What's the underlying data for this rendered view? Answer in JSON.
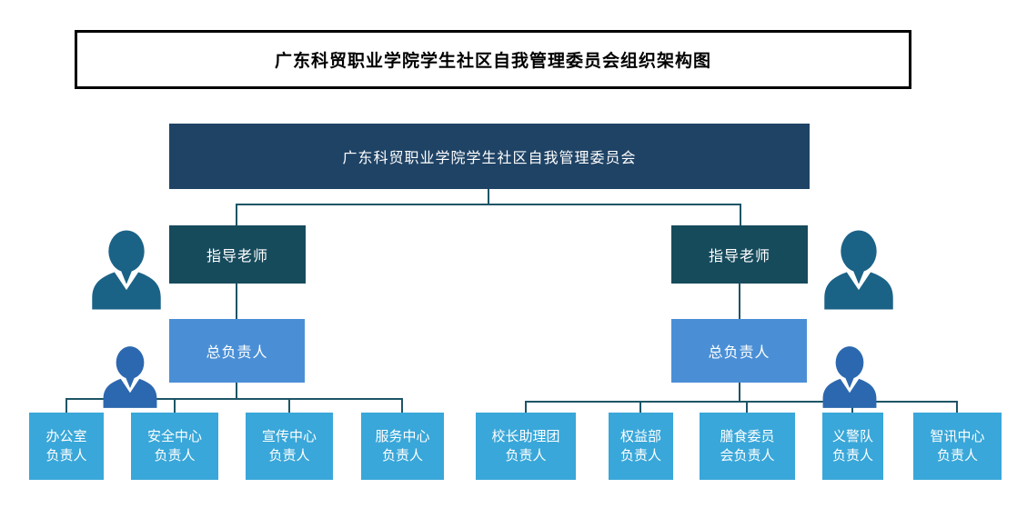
{
  "title": "广东科贸职业学院学生社区自我管理委员会组织架构图",
  "root": {
    "label": "广东科贸职业学院学生社区自我管理委员会"
  },
  "branches": {
    "left": {
      "advisor": "指导老师",
      "leader": "总负责人",
      "children": [
        {
          "label": "办公室\n负责人"
        },
        {
          "label": "安全中心\n负责人"
        },
        {
          "label": "宣传中心\n负责人"
        },
        {
          "label": "服务中心\n负责人"
        }
      ]
    },
    "right": {
      "advisor": "指导老师",
      "leader": "总负责人",
      "children": [
        {
          "label": "校长助理团\n负责人"
        },
        {
          "label": "权益部\n负责人"
        },
        {
          "label": "膳食委员\n会负责人"
        },
        {
          "label": "义警队\n负责人"
        },
        {
          "label": "智讯中心\n负责人"
        }
      ]
    }
  },
  "icons": {
    "advisor_left": "person-icon",
    "advisor_right": "person-icon",
    "leader_left": "person-icon",
    "leader_right": "person-icon"
  },
  "colors": {
    "root_box": "#1F4365",
    "advisor_box": "#164B5C",
    "leader_box": "#4A8FD6",
    "child_box": "#39A7D9",
    "connector": "#1E5566",
    "large_icon": "#1B6287",
    "small_icon": "#2C68AF",
    "title_border": "#000000"
  }
}
